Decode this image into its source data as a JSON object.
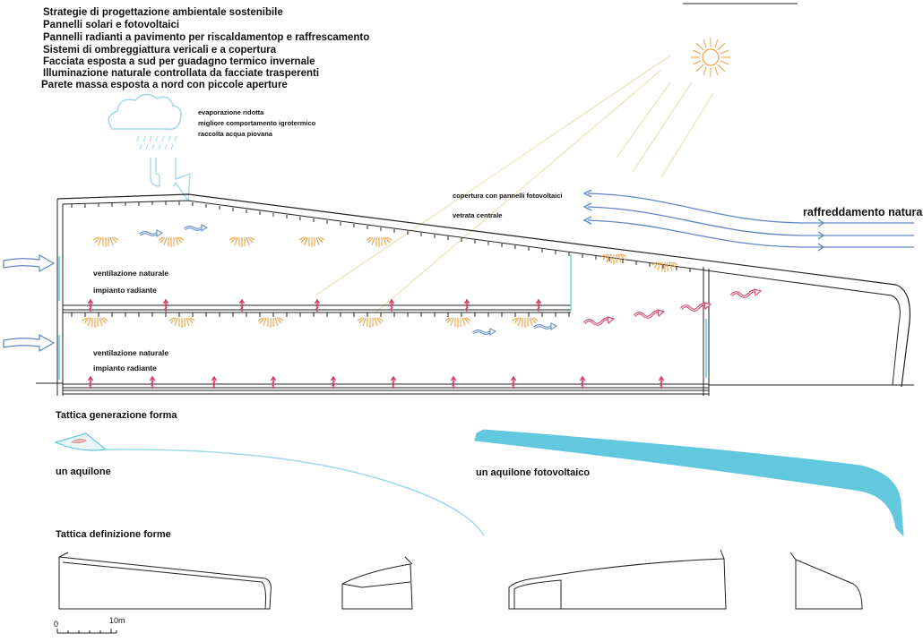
{
  "strategies": {
    "title": "Strategie di progettazione ambientale sostenibile",
    "items": [
      "Pannelli solari e fotovoltaici",
      "Pannelli radianti a pavimento per riscaldamentop e raffrescamento",
      "Sistemi di ombreggiattura vericali e a copertura",
      "Facciata esposta a sud per guadagno termico invernale",
      "Illuminazione naturale controllata da facciate trasperenti",
      "Parete massa esposta a nord con piccole aperture"
    ]
  },
  "rain_notes": [
    "evaporazione ridotta",
    "migliore comportamento igrotermico",
    "raccolta acqua piovana"
  ],
  "roof_labels": {
    "pv_roof": "copertura con pannelli fotovoltaici",
    "glazing": "vetrata centrale",
    "cooling": "raffreddamento naturale"
  },
  "floor_labels": {
    "upper_vent": "ventilazione naturale",
    "upper_radiant": "impianto radiante",
    "lower_vent": "ventilazione naturale",
    "lower_radiant": "impianto radiante"
  },
  "form_generation": {
    "title": "Tattica generazione forma",
    "kite": "un aquilone",
    "pv_kite": "un aquilone fotovoltaico"
  },
  "form_definition": {
    "title": "Tattica definizione forme"
  },
  "scale_bar": {
    "start": "0",
    "end": "10m"
  },
  "colors": {
    "ink": "#111111",
    "wind_blue": "#5f86c2",
    "light_blue": "#9fd8ea",
    "kite_cyan": "#62c8de",
    "heat_red": "#d9365f",
    "sun_orange": "#f0a040",
    "sun_ray": "#efe4c4"
  },
  "icons": [
    "sun-icon",
    "cloud-icon",
    "rain-icon",
    "downpipe-icon",
    "wind-arrow-icon",
    "heat-arrow-icon",
    "light-icon"
  ]
}
